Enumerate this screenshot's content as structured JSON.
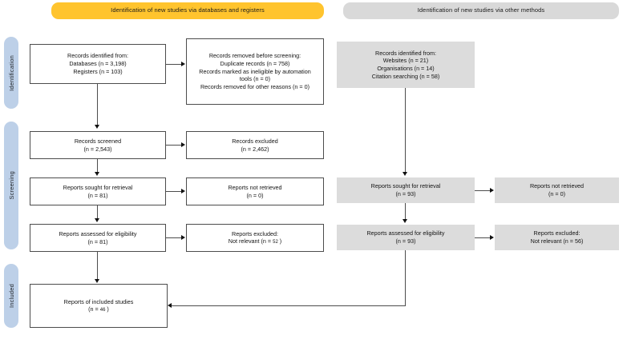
{
  "diagram": {
    "title": "PRISMA 2020 flow diagram",
    "colors": {
      "banner_databases": "#FFC42E",
      "banner_other": "#d9d9d9",
      "rail": "#bdd0e8",
      "grey_box": "#dcdcdc",
      "stroke": "#4c4c4c"
    }
  },
  "banners": {
    "databases": "Identification of new studies via databases and registers",
    "other_methods": "Identification of new studies via other methods"
  },
  "rails": [
    {
      "label": "Identification"
    },
    {
      "label": "Screening"
    },
    {
      "label": "Included"
    }
  ],
  "left_column": {
    "identified": {
      "line1": "Records identified from:",
      "line2": "Databases (n = 3,198)",
      "line3": "Registers (n = 103)"
    },
    "removed": {
      "line1": "Records removed before screening:",
      "line2": "Duplicate records (n = 758)",
      "line3": "Records marked as ineligible by automation",
      "line4": "tools (n = 0)",
      "line5": "Records removed for other reasons (n = 0)"
    },
    "screened": {
      "line1": "Records screened",
      "line2": "(n = 2,543)"
    },
    "excluded": {
      "line1": "Records excluded",
      "line2": "(n = 2,462)"
    },
    "sought": {
      "line1": "Reports sought for retrieval",
      "line2": "(n = 81)"
    },
    "not_retrieved": {
      "line1": "Reports not retrieved",
      "line2": "(n = 0)"
    },
    "assessed": {
      "line1": "Reports assessed for eligibility",
      "line2": "(n = 81)"
    },
    "reports_excluded": {
      "line1": "Reports excluded:",
      "line2_prefix": "Not relevant (n = ",
      "line2_value": "52",
      "line2_suffix": " )"
    }
  },
  "right_column": {
    "identified": {
      "line1": "Records identified from:",
      "line2": "Websites (n = 21)",
      "line3": "Organisations (n = 14)",
      "line4": "Citation searching (n = 58)"
    },
    "sought": {
      "line1": "Reports sought for retrieval",
      "line2": "(n = 93)"
    },
    "not_retrieved": {
      "line1": "Reports not retrieved",
      "line2": "(n = 0)"
    },
    "assessed": {
      "line1": "Reports assessed for eligibility",
      "line2": "(n = 93)"
    },
    "reports_excluded": {
      "line1": "Reports excluded:",
      "line2_prefix": "Not relevant (n = ",
      "line2_value": "56",
      "line2_suffix": ")"
    }
  },
  "included": {
    "line1": "Reports of  included studies",
    "line2_prefix": "(n = ",
    "line2_value": "46",
    "line2_suffix": " )"
  }
}
